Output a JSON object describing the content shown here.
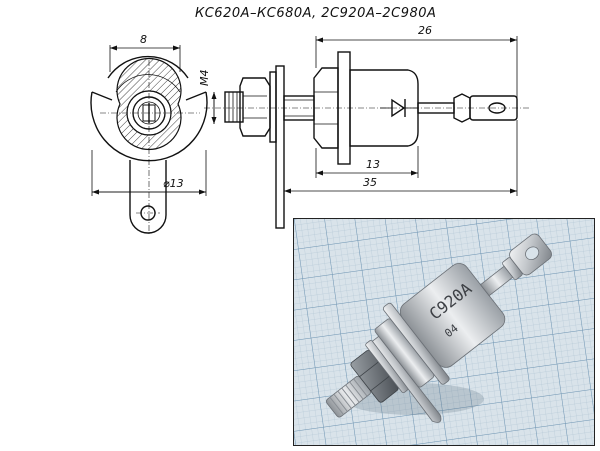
{
  "title": "КС620А–КС680А, 2С920А–2С980А",
  "dimensions": {
    "front_width": "8",
    "front_dia": "⌀13",
    "thread": "M4",
    "overall_length": "26",
    "body_length": "13",
    "flange_to_end": "35"
  },
  "photo": {
    "marking_line1": "С920А",
    "marking_line2": "04"
  },
  "colors": {
    "grid_bg": "#d9e3ea",
    "grid_minor": "#a9bfd0",
    "grid_major": "#6f95b3",
    "metal_light": "#eef0f2",
    "metal_mid": "#b9bdc2",
    "metal_dark": "#6d7278"
  }
}
